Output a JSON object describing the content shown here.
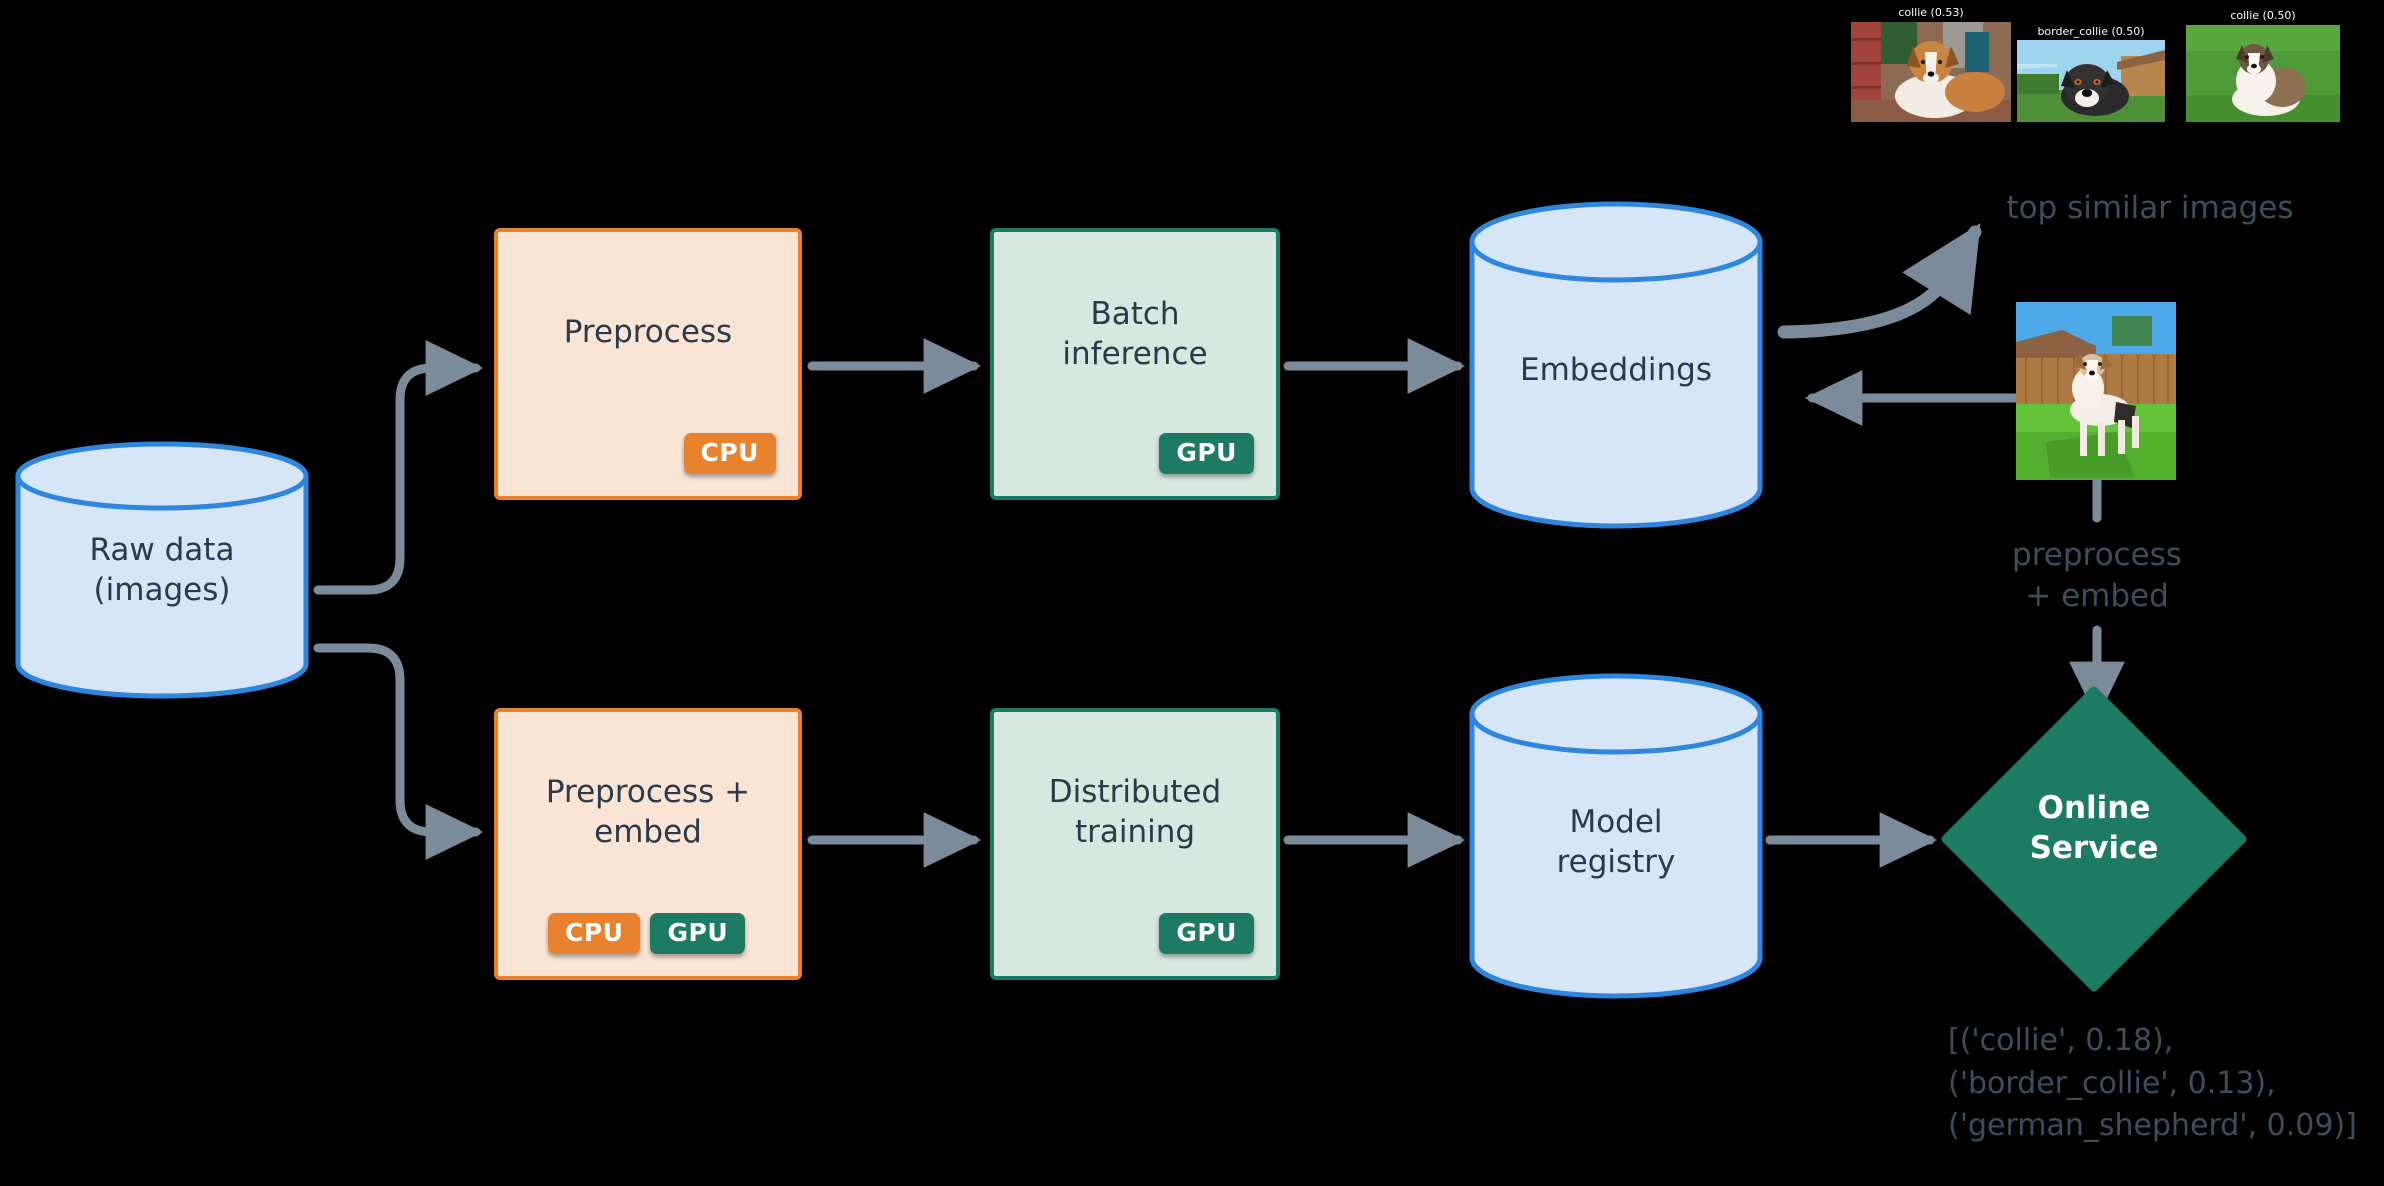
{
  "diagram": {
    "title": "ML pipeline architecture diagram",
    "colors": {
      "background": "#000000",
      "cpu_badge": "#e8822e",
      "gpu_badge": "#1d7a63",
      "orange_box_fill": "#fae5d5",
      "orange_box_stroke": "#e8822e",
      "green_box_fill": "#d7e8e1",
      "green_box_stroke": "#1d7a63",
      "cylinder_fill": "#d6e6f7",
      "cylinder_stroke": "#2e86de",
      "arrow": "#7b8b99",
      "node_text": "#2b3a4a",
      "annotation_text": "#3d4d5c",
      "diamond_fill": "#1d7a63"
    }
  },
  "nodes": {
    "raw_data": {
      "label": "Raw data\n(images)",
      "shape": "cylinder"
    },
    "preprocess": {
      "label": "Preprocess",
      "shape": "box",
      "badges": [
        "CPU"
      ]
    },
    "batch_inference": {
      "label": "Batch\ninference",
      "shape": "box",
      "badges": [
        "GPU"
      ]
    },
    "embeddings": {
      "label": "Embeddings",
      "shape": "cylinder"
    },
    "preprocess_embed": {
      "label": "Preprocess +\nembed",
      "shape": "box",
      "badges": [
        "CPU",
        "GPU"
      ]
    },
    "distributed_training": {
      "label": "Distributed\ntraining",
      "shape": "box",
      "badges": [
        "GPU"
      ]
    },
    "model_registry": {
      "label": "Model\nregistry",
      "shape": "cylinder"
    },
    "online_service": {
      "label": "Online\nService",
      "shape": "diamond"
    }
  },
  "annotations": {
    "top_similar_images": "top similar images",
    "preprocess_embed_edge": "preprocess\n+ embed",
    "predictions": "[('collie', 0.18),\n('border_collie', 0.13),\n('german_shepherd', 0.09)]"
  },
  "thumbnails": [
    {
      "caption": "collie (0.53)",
      "alt": "rough collie lying on a patio beside a red brick wall and potted plants"
    },
    {
      "caption": "border_collie (0.50)",
      "alt": "black and white border collie standing on grass in front of a wooden fence"
    },
    {
      "caption": "collie (0.50)",
      "alt": "shetland sheepdog sitting on a bright green lawn"
    }
  ],
  "query_image": {
    "alt": "tricolor dog standing on green grass in a backyard with a wooden fence"
  },
  "badge_labels": {
    "cpu": "CPU",
    "gpu": "GPU"
  }
}
